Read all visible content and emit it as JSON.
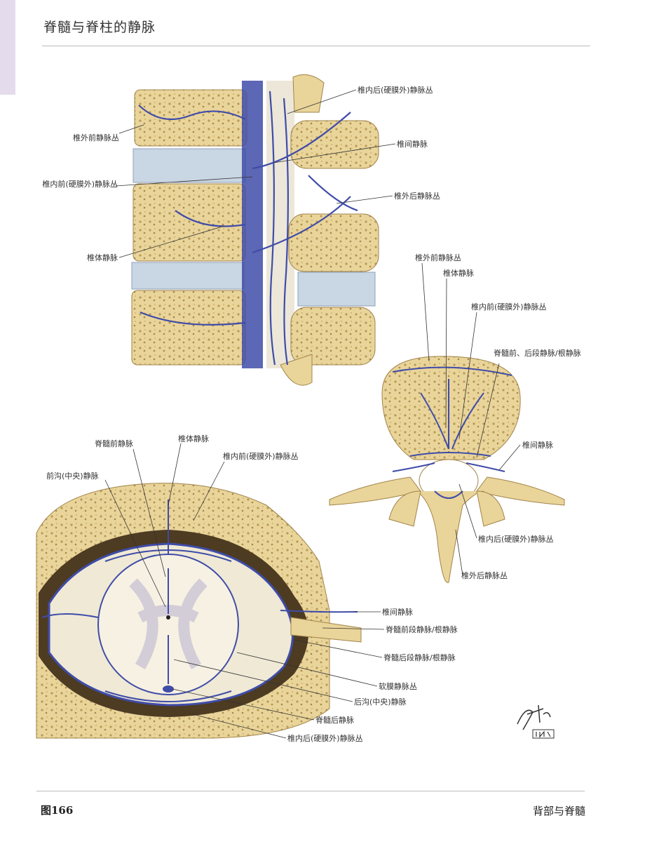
{
  "header": {
    "title": "脊髓与脊柱的静脉"
  },
  "footer": {
    "figure_number": "图166",
    "section": "背部与脊髓"
  },
  "signature": {
    "text": "F. Netter M.D.",
    "publisher": "ICON"
  },
  "colors": {
    "vein": "#4a57b3",
    "bone": "#e9d49a",
    "disc": "#c9d6e3",
    "tab": "#e4dcec"
  },
  "figure_lateral": {
    "labels": {
      "internal_posterior": "椎内后(硬膜外)静脉丛",
      "external_anterior": "椎外前静脉丛",
      "intervertebral": "椎间静脉",
      "internal_anterior": "椎内前(硬膜外)静脉丛",
      "external_posterior": "椎外后静脉丛",
      "basivertebral": "椎体静脉"
    }
  },
  "figure_axial": {
    "labels": {
      "external_anterior": "椎外前静脉丛",
      "basivertebral": "椎体静脉",
      "internal_anterior": "椎内前(硬膜外)静脉丛",
      "spinal_radicular": "脊髓前、后段静脉/根静脉",
      "intervertebral": "椎间静脉",
      "internal_posterior": "椎内后(硬膜外)静脉丛",
      "external_posterior": "椎外后静脉丛"
    }
  },
  "figure_cord": {
    "labels": {
      "anterior_spinal": "脊髓前静脉",
      "basivertebral": "椎体静脉",
      "internal_anterior": "椎内前(硬膜外)静脉丛",
      "anterior_median": "前沟(中央)静脉",
      "intervertebral": "椎间静脉",
      "anterior_radicular": "脊髓前段静脉/根静脉",
      "posterior_radicular": "脊髓后段静脉/根静脉",
      "pial_plexus": "软膜静脉丛",
      "posterior_median": "后沟(中央)静脉",
      "posterior_spinal": "脊髓后静脉",
      "internal_posterior": "椎内后(硬膜外)静脉丛"
    }
  }
}
